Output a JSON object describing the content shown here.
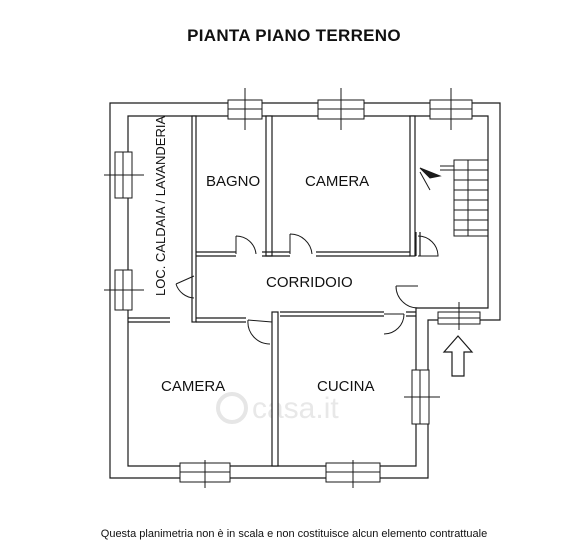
{
  "title": "PIANTA PIANO TERRENO",
  "rooms": {
    "loc_caldaia": "LOC. CALDAIA / LAVANDERIA",
    "bagno": "BAGNO",
    "camera_top": "CAMERA",
    "corridoio": "CORRIDOIO",
    "camera_bottom": "CAMERA",
    "cucina": "CUCINA"
  },
  "watermark": "casa.it",
  "footer": "Questa planimetria non è in scala e non costituisce alcun elemento contrattuale",
  "colors": {
    "wall": "#1a1a1a",
    "wall_fill": "#ffffff",
    "watermark": "#e8e8e8"
  }
}
